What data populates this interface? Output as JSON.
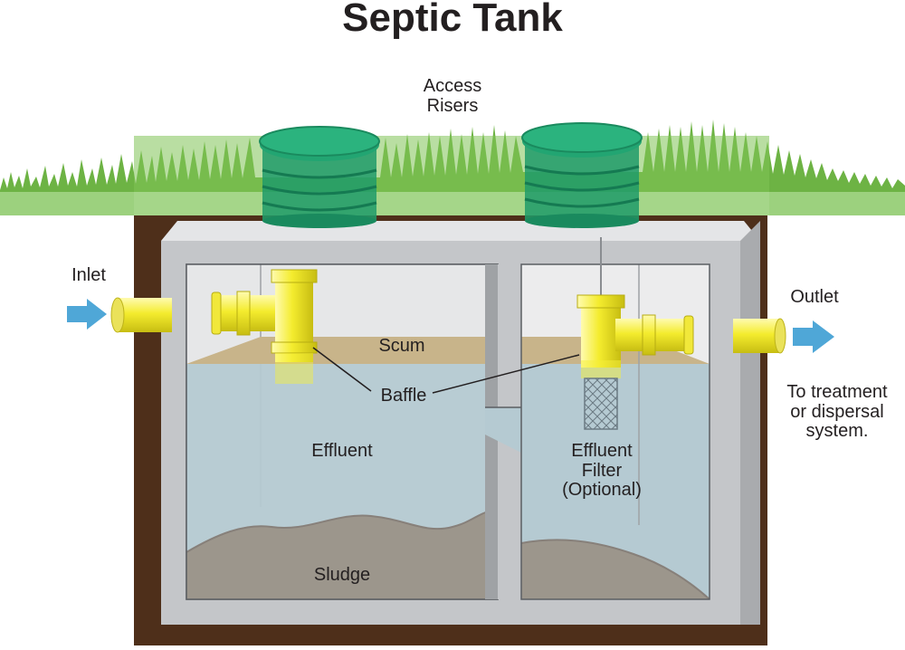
{
  "title": "Septic Tank",
  "labels": {
    "access_risers": "Access\nRisers",
    "inlet": "Inlet",
    "outlet": "Outlet",
    "destination": "To treatment\nor dispersal\nsystem.",
    "scum": "Scum",
    "baffle": "Baffle",
    "effluent": "Effluent",
    "effluent_filter": "Effluent\nFilter\n(Optional)",
    "sludge": "Sludge"
  },
  "colors": {
    "soil": "#4e2f1a",
    "grass": "#6db344",
    "ground_surface": "#9cd17e",
    "concrete": "#c4c6c9",
    "concrete_inner": "#d9dadc",
    "water": "#b5cad2",
    "scum": "#c8b48a",
    "sludge": "#9c968c",
    "pipe": "#f6ef3a",
    "riser": "#1e9b6a",
    "arrow": "#4fa7d7"
  }
}
